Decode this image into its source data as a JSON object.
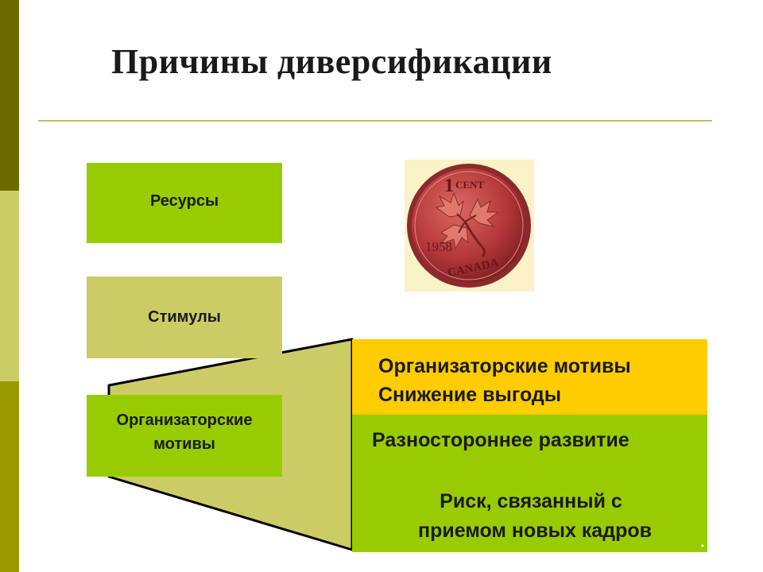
{
  "slide": {
    "title": "Причины диверсификации",
    "boxes": {
      "resources": "Ресурсы",
      "stimuli": "Стимулы",
      "org_line1": "Организаторские",
      "org_line2": "мотивы"
    },
    "panel": {
      "yellow_line1": "Организаторские мотивы",
      "yellow_line2": "Снижение выгоды",
      "green_line1": "Разностороннее развитие",
      "green_line2": "Риск, связанный с",
      "green_line3": "приемом новых кадров"
    },
    "coin": {
      "denomination": "1 CENT",
      "year": "1958",
      "country": "CANADA"
    },
    "footnote": "*",
    "colors": {
      "green": "#99cc00",
      "khaki": "#cccc66",
      "yellow": "#ffcc00",
      "olive_dark": "#6b6b00",
      "olive": "#999900",
      "coin": "#b5383a"
    }
  }
}
